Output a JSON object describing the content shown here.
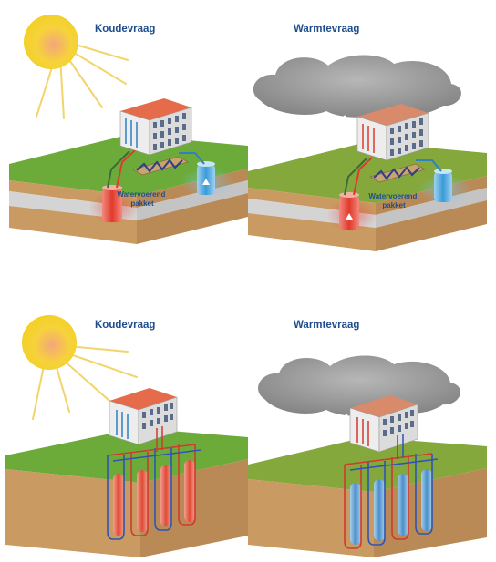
{
  "panels": [
    {
      "title": "Koudevraag",
      "kind": "aquifer",
      "mode": "cold",
      "sublabel": [
        "Watervoerend",
        "pakket"
      ]
    },
    {
      "title": "Warmtevraag",
      "kind": "aquifer",
      "mode": "warm",
      "sublabel": [
        "Watervoerend",
        "pakket"
      ]
    },
    {
      "title": "Koudevraag",
      "kind": "closed",
      "mode": "cold"
    },
    {
      "title": "Warmtevraag",
      "kind": "closed",
      "mode": "warm"
    }
  ],
  "colors": {
    "title": "#1f4e8c",
    "grass": "#6cab3a",
    "soil": "#c99a62",
    "soil_side": "#b98a55",
    "water_layer": "#cfcfcf",
    "hot": "#e03a2f",
    "cold": "#2f7fc1",
    "sun": "#f3d22a",
    "cloud": "#8e8e8e"
  },
  "icons": [
    "sun-icon",
    "cloud-icon",
    "building-icon",
    "heat-exchanger-icon"
  ]
}
